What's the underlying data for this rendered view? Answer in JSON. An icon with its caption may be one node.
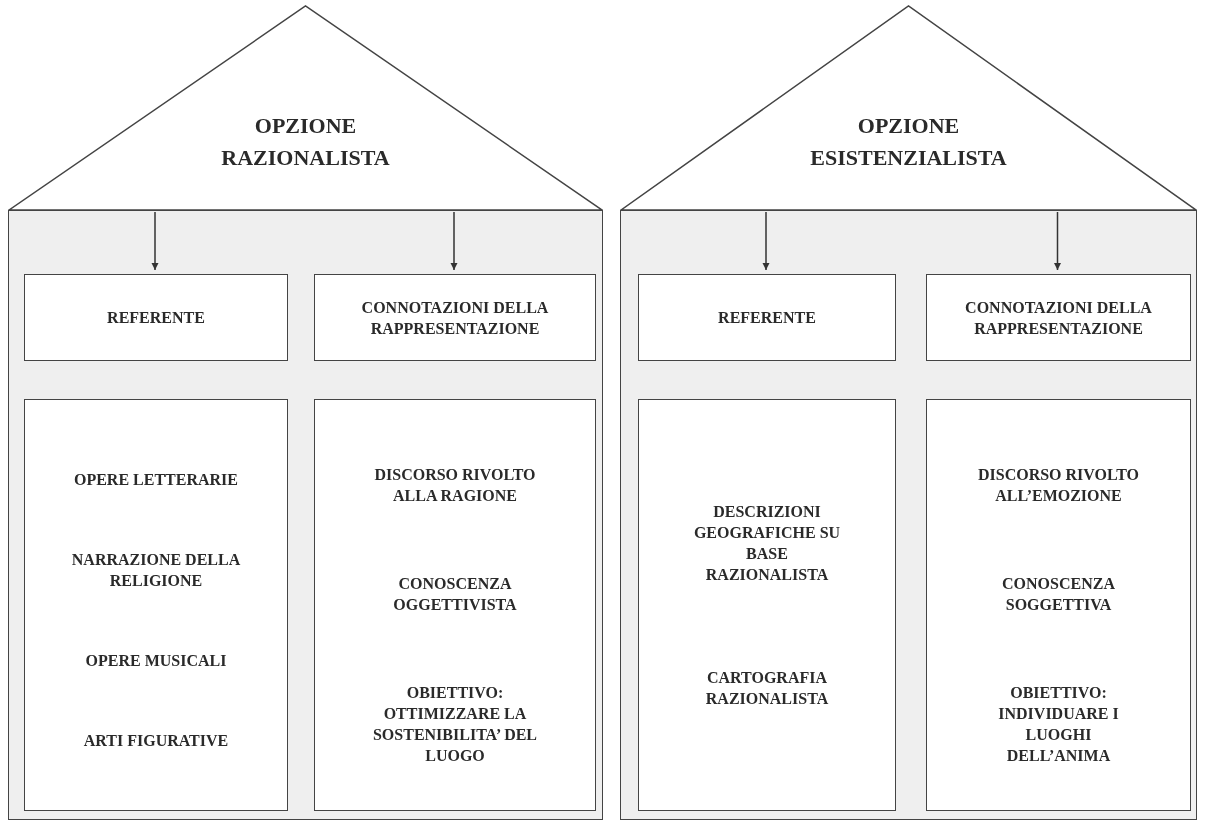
{
  "diagram": {
    "nodes": [
      {
        "text": [
          "OPZIONE RAZIONALISTA"
        ]
      },
      {
        "text": [],
        "shape": "box"
      },
      {
        "text": [
          "REFERENTE"
        ],
        "in": 1
      },
      {
        "text": [
          "CONNOTAZIONI DELLA RAPPRESENTAZIONE"
        ],
        "in": 1
      },
      {
        "text": [
          "OPERE LETTERARIE",
          "NARRAZIONE DELLA RELIGIONE",
          "OPERE MUSICALI",
          "ARTI FIGURATIVE"
        ],
        "in": 1
      },
      {
        "text": [
          "DISCORSO RIVOLTO ALLA RAGIONE",
          "CONOSCENZA OGGETTIVISTA",
          "OBIETTIVO: OTTIMIZZARE LA SOSTENIBILITA’ DEL LUOGO"
        ],
        "in": 1
      },
      {
        "text": [
          "OPZIONE ESISTENZIALISTA"
        ]
      },
      {
        "text": [],
        "shape": "box"
      },
      {
        "text": [
          "REFERENTE"
        ],
        "in": 7
      },
      {
        "text": [
          "CONNOTAZIONI DELLA RAPPRESENTAZIONE"
        ],
        "in": 7
      },
      {
        "text": [
          "DESCRIZIONI GEOGRAFICHE SU BASE RAZIONALISTA",
          "CARTOGRAFIA RAZIONALISTA"
        ],
        "in": 7
      },
      {
        "text": [
          "DISCORSO RIVOLTO ALL’EMOZIONE",
          "CONOSCENZA SOGGETTIVA",
          "OBIETTIVO: INDIVIDUARE I LUOGHI DELL’ANIMA"
        ],
        "in": 7
      }
    ],
    "edges": [
      {
        "from": 0,
        "to": 2,
        "arrow": "to"
      },
      {
        "from": 0,
        "to": 3,
        "arrow": "to"
      },
      {
        "from": 6,
        "to": 8,
        "arrow": "to"
      },
      {
        "from": 6,
        "to": 9,
        "arrow": "to"
      }
    ]
  }
}
